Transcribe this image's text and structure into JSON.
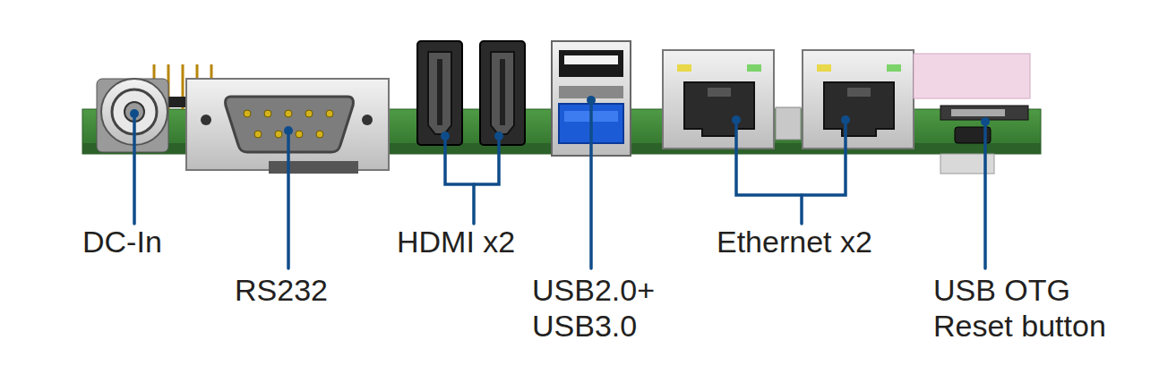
{
  "diagram": {
    "labels": [
      "DC-In",
      "RS232",
      "HDMI x2",
      "USB2.0+ USB3.0",
      "Ethernet x2",
      "USB OTG Reset button"
    ]
  }
}
